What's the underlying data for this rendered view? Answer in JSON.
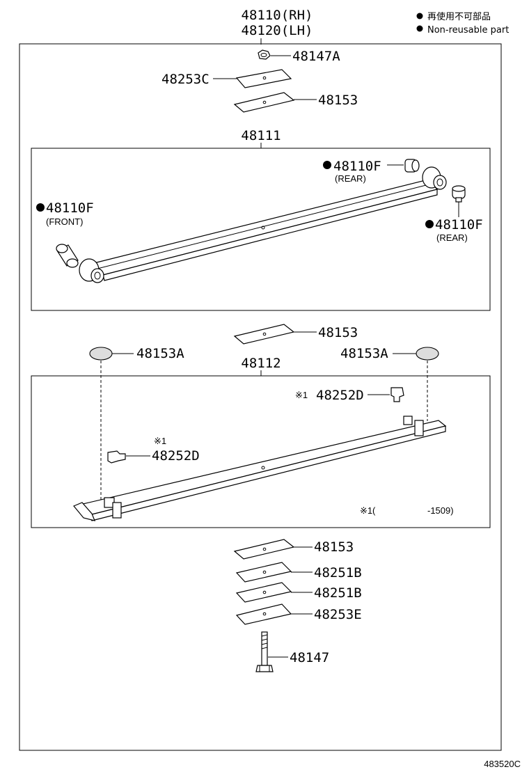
{
  "assembly": {
    "rh": "48110(RH)",
    "lh": "48120(LH)"
  },
  "legend": {
    "jp": "再使用不可部品",
    "en": "Non-reusable part"
  },
  "upper_parts": {
    "nut": "48147A",
    "cover_top": "48253C",
    "insulator_top": "48153"
  },
  "leaf1": {
    "number": "48111",
    "bushing_rear_top": "48110F",
    "bushing_rear_top_note": "(REAR)",
    "bushing_front": "48110F",
    "bushing_front_note": "(FRONT)",
    "bushing_rear_right": "48110F",
    "bushing_rear_right_note": "(REAR)"
  },
  "middle_parts": {
    "insulator_mid": "48153",
    "cap_left": "48153A",
    "cap_right": "48153A"
  },
  "leaf2": {
    "number": "48112",
    "clip_right_mark": "※1",
    "clip_right": "48252D",
    "clip_left_mark": "※1",
    "clip_left": "48252D",
    "note_mark": "※1",
    "note_open": "(",
    "note_range": "-1509)"
  },
  "lower_parts": {
    "insulator_low": "48153",
    "plate_a": "48251B",
    "plate_b": "48251B",
    "cover_low": "48253E",
    "bolt": "48147"
  },
  "diagram_code": "483520C"
}
